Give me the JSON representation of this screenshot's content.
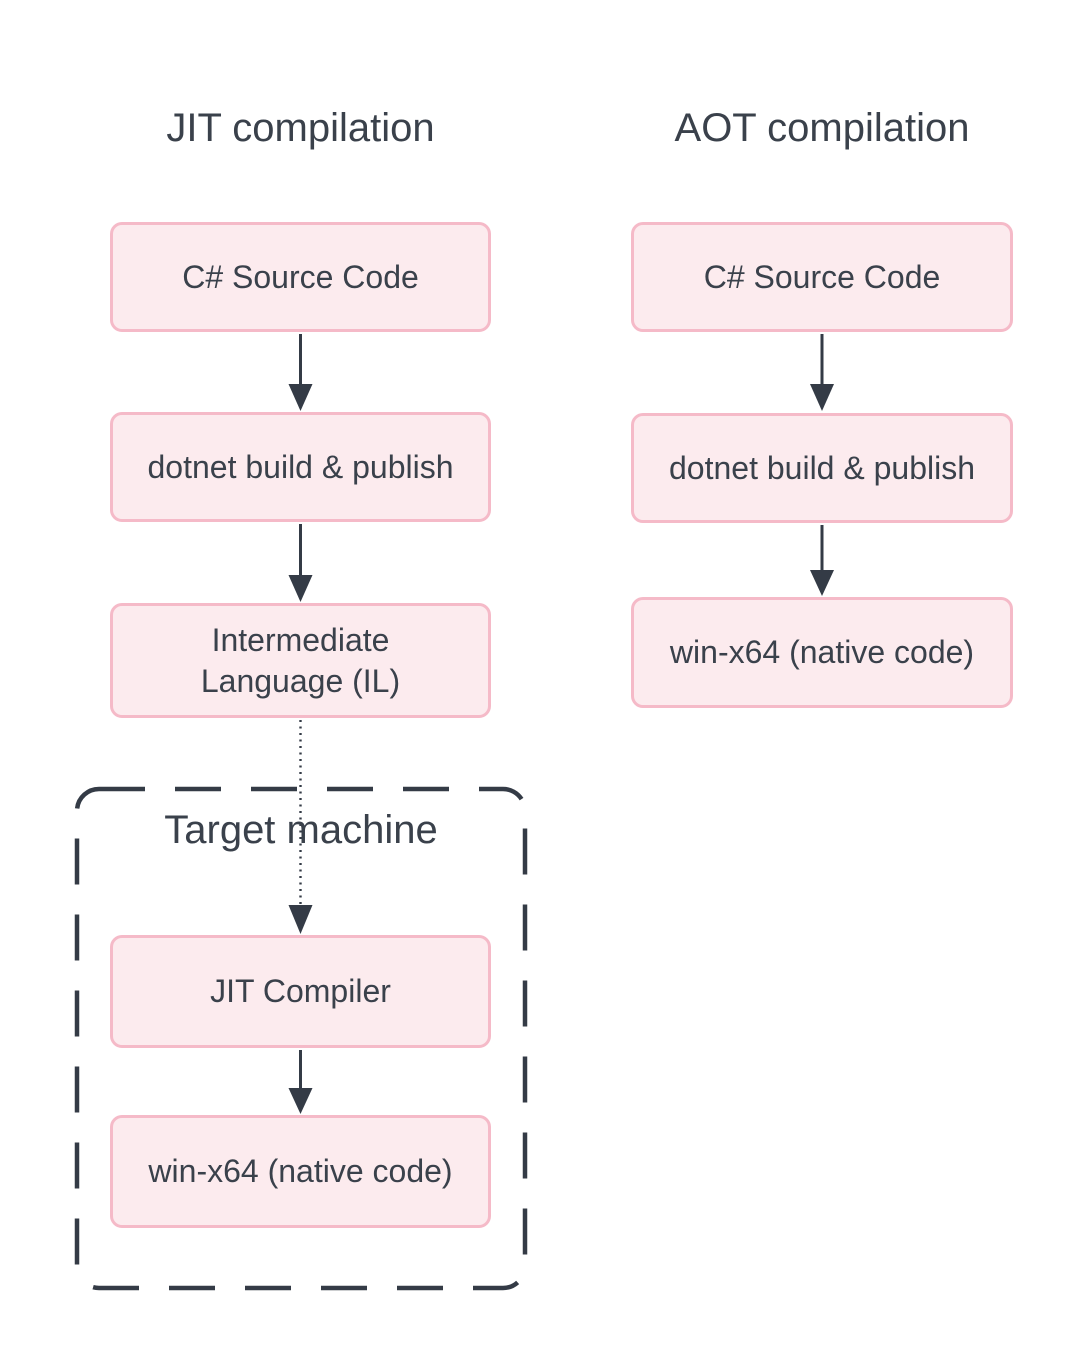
{
  "theme": {
    "background": "#ffffff",
    "node_fill": "#fcebee",
    "node_border": "#f5bac8",
    "line_color": "#343b46",
    "text_color": "#3a414b"
  },
  "jit_column": {
    "title": "JIT compilation",
    "source_box": "C# Source Code",
    "build_box": "dotnet build & publish",
    "il_box_line1": "Intermediate",
    "il_box_line2": "Language (IL)",
    "target_machine_group": "Target machine",
    "jit_compiler_box": "JIT Compiler",
    "native_box": "win-x64 (native code)"
  },
  "aot_column": {
    "title": "AOT compilation",
    "source_box": "C# Source Code",
    "build_box": "dotnet build & publish",
    "native_box": "win-x64 (native code)"
  }
}
